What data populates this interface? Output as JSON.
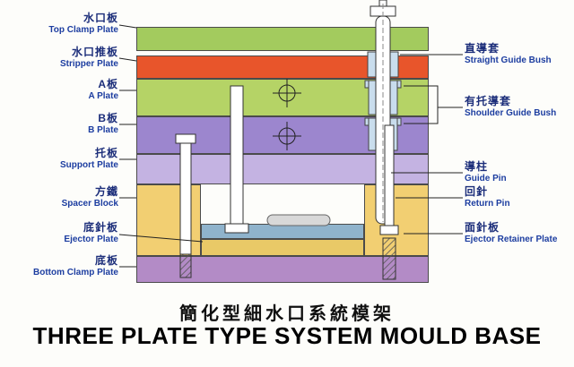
{
  "titles": {
    "zh": "簡化型細水口系統模架",
    "en": "THREE PLATE TYPE SYSTEM MOULD BASE"
  },
  "left_labels": [
    {
      "zh": "水口板",
      "en": "Top Clamp Plate"
    },
    {
      "zh": "水口推板",
      "en": "Stripper Plate"
    },
    {
      "zh": "A板",
      "en": "A Plate"
    },
    {
      "zh": "B板",
      "en": "B Plate"
    },
    {
      "zh": "托板",
      "en": "Support Plate"
    },
    {
      "zh": "方鐵",
      "en": "Spacer Block"
    },
    {
      "zh": "底針板",
      "en": "Ejector Plate"
    },
    {
      "zh": "底板",
      "en": "Bottom Clamp Plate"
    }
  ],
  "right_labels": [
    {
      "zh": "直導套",
      "en": "Straight Guide Bush"
    },
    {
      "zh": "有托導套",
      "en": "Shoulder Guide Bush"
    },
    {
      "zh": "導柱",
      "en": "Guide Pin"
    },
    {
      "zh": "回針",
      "en": "Return Pin"
    },
    {
      "zh": "面針板",
      "en": "Ejector Retainer Plate"
    }
  ],
  "colors": {
    "top_clamp_plate": "#a3cb5e",
    "stripper_plate": "#e8552b",
    "a_plate": "#b5d366",
    "b_plate": "#9c86ce",
    "support_plate": "#c4b3e2",
    "spacer_block": "#f2cf72",
    "ejector_retainer_plate": "#8fb3cc",
    "ejector_plate": "#e9c967",
    "bottom_clamp_plate": "#b38bc6",
    "guide_bush": "#c9dded",
    "pin_fill": "#ffffff",
    "outline": "#444444",
    "label_zh_text": "#1c2e7a",
    "label_en_text": "#1c3da0",
    "title_text": "#000000"
  }
}
